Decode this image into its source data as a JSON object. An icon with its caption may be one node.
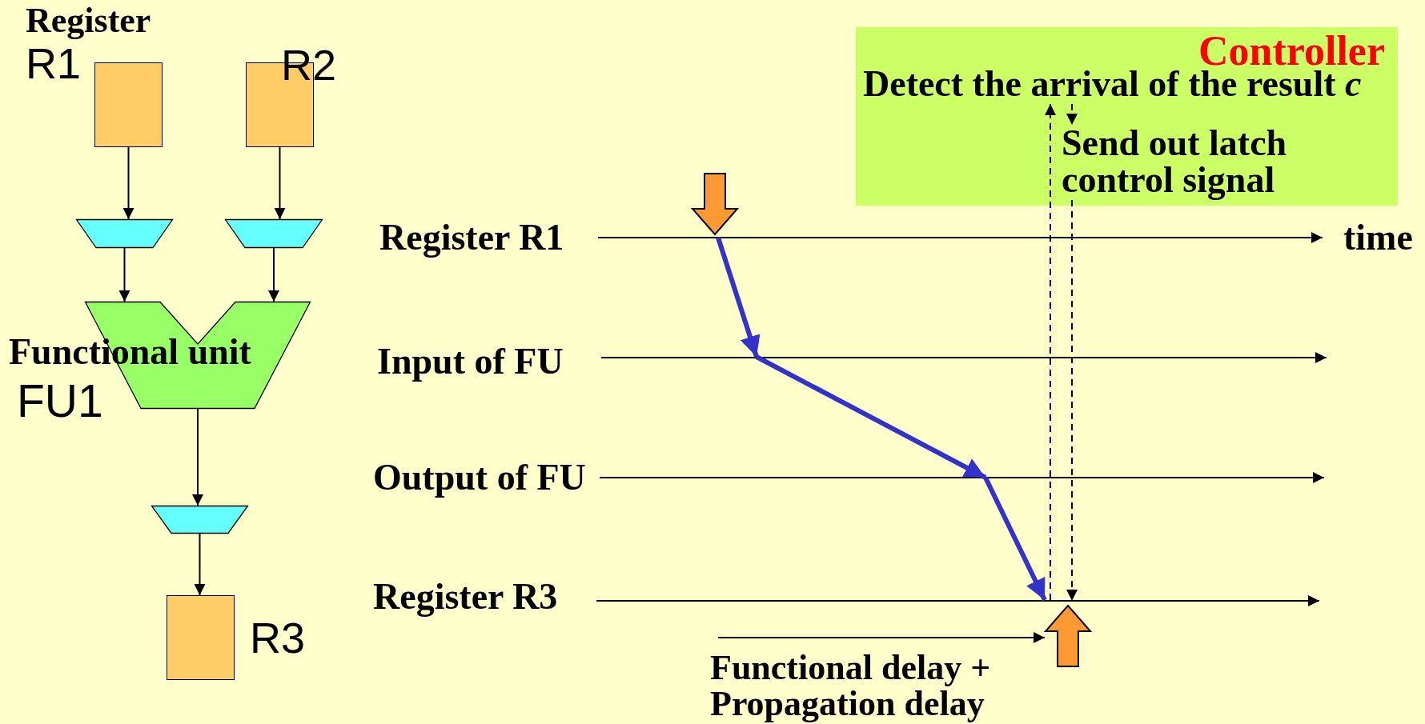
{
  "diagram": {
    "nodes": [
      {
        "text": [
          "Register",
          "R1"
        ]
      },
      {
        "text": [
          "R2"
        ]
      },
      {
        "text": [],
        "shape": "trapezoid"
      },
      {
        "text": [],
        "shape": "trapezoid"
      },
      {
        "text": [
          "Functional unit",
          "FU1"
        ]
      },
      {
        "text": [],
        "shape": "trapezoid"
      },
      {
        "text": [
          "R3"
        ]
      },
      {
        "text": [
          "Controller"
        ]
      },
      {
        "text": [
          "Detect the arrival of the result *c*"
        ],
        "in": 7
      },
      {
        "text": [
          "Send out latch control signal"
        ],
        "in": 7
      }
    ],
    "edges": [
      {
        "from": 0,
        "to": 2,
        "arrow": "to"
      },
      {
        "from": 1,
        "to": 3,
        "arrow": "to"
      },
      {
        "from": 2,
        "to": 4,
        "arrow": "to"
      },
      {
        "from": 3,
        "to": 4,
        "arrow": "to"
      },
      {
        "from": 4,
        "to": 5,
        "arrow": "to"
      },
      {
        "from": 5,
        "to": 6,
        "arrow": "to"
      },
      {
        "from": null,
        "to": 8,
        "arrow": "to",
        "style": "dashed"
      },
      {
        "from": 8,
        "to": 9,
        "arrow": "to",
        "style": "dashed"
      },
      {
        "from": 9,
        "to": null,
        "arrow": "to",
        "style": "dashed"
      }
    ],
    "labels": [
      "Register R1",
      "time",
      "Input of FU",
      "Output of FU",
      "Register R3",
      "Functional delay + Propagation delay"
    ]
  }
}
